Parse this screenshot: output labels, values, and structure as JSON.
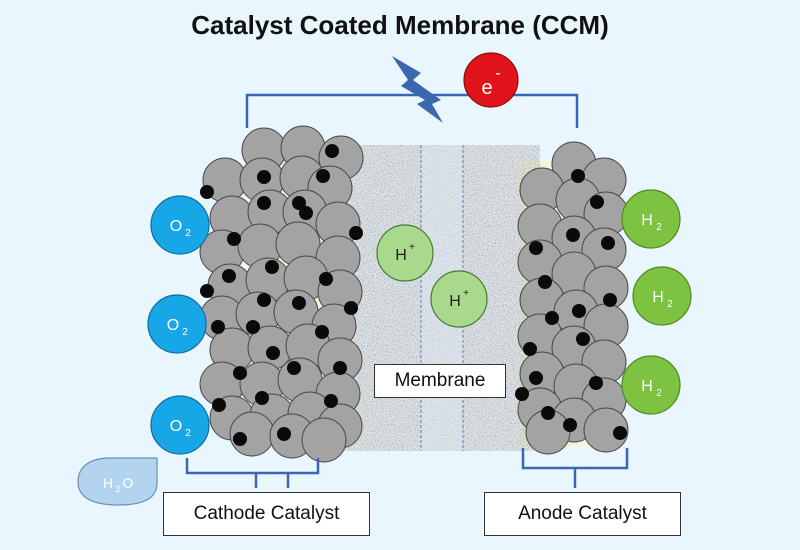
{
  "title": "Catalyst Coated Membrane (CCM)",
  "electron": {
    "symbol": "e",
    "sup": "-",
    "color": "#e0131a"
  },
  "lightning_icon": "lightning-bolt-icon",
  "protons": [
    {
      "base": "H",
      "sup": "+"
    },
    {
      "base": "H",
      "sup": "+"
    }
  ],
  "oxygen": [
    {
      "base": "O",
      "sub": "2"
    },
    {
      "base": "O",
      "sub": "2"
    },
    {
      "base": "O",
      "sub": "2"
    }
  ],
  "hydrogen": [
    {
      "base": "H",
      "sub": "2"
    },
    {
      "base": "H",
      "sub": "2"
    },
    {
      "base": "H",
      "sub": "2"
    }
  ],
  "water": {
    "base": "H",
    "sub": "2",
    "tail": "O"
  },
  "labels": {
    "membrane": "Membrane",
    "cathode": "Cathode Catalyst",
    "anode": "Anode Catalyst"
  },
  "colors": {
    "oxygen": "#17a6e6",
    "hydrogen": "#7ec242",
    "proton": "#a9d98c",
    "water": "#b3d4ee",
    "wire": "#3b67b0",
    "bolt": "#3b67b0",
    "particle": "#a3a3a3",
    "ionomer": "#f1f6d8"
  }
}
